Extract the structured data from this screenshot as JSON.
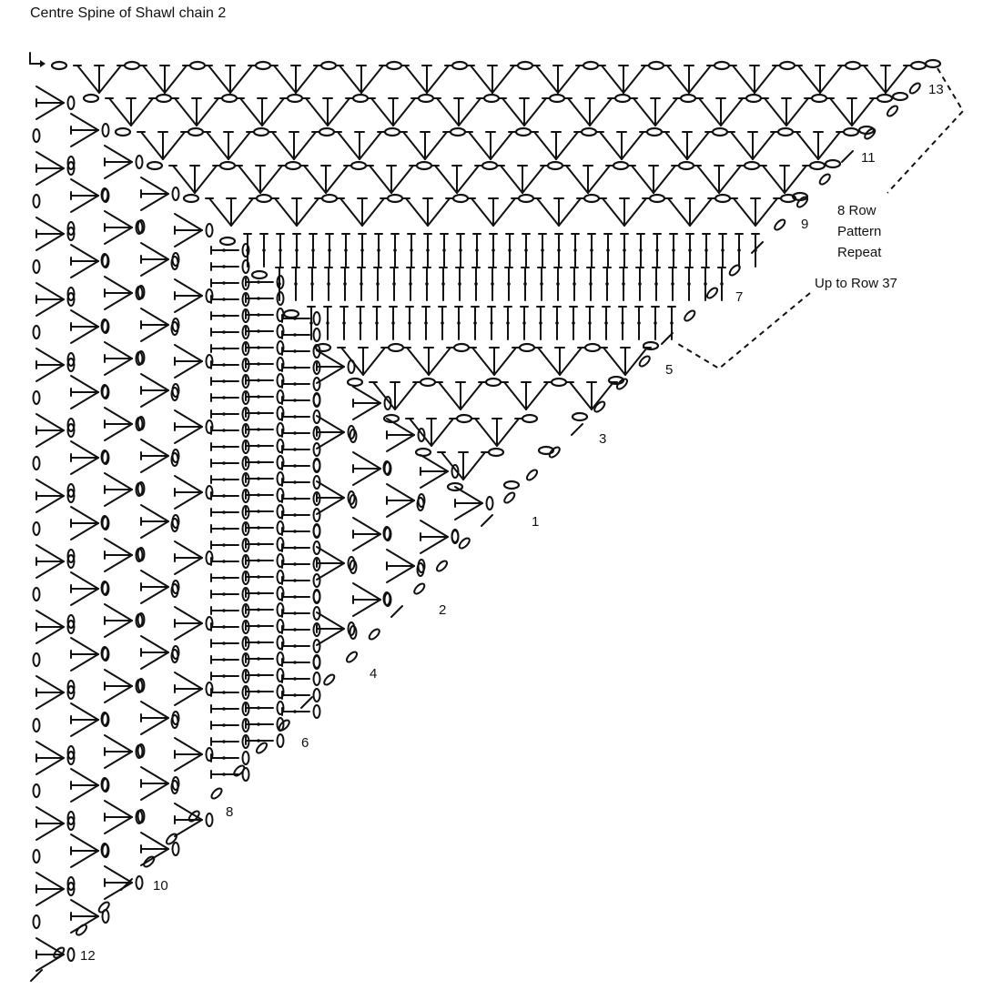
{
  "title": "Centre Spine of Shawl chain 2",
  "pattern_note": {
    "line1": "8 Row",
    "line2": "Pattern",
    "line3": "Repeat",
    "line4": "Up to Row 37"
  },
  "row_labels": [
    "1",
    "2",
    "3",
    "4",
    "5",
    "6",
    "7",
    "8",
    "9",
    "10",
    "11",
    "12",
    "13"
  ],
  "colors": {
    "ink": "#111111",
    "background": "#ffffff"
  }
}
